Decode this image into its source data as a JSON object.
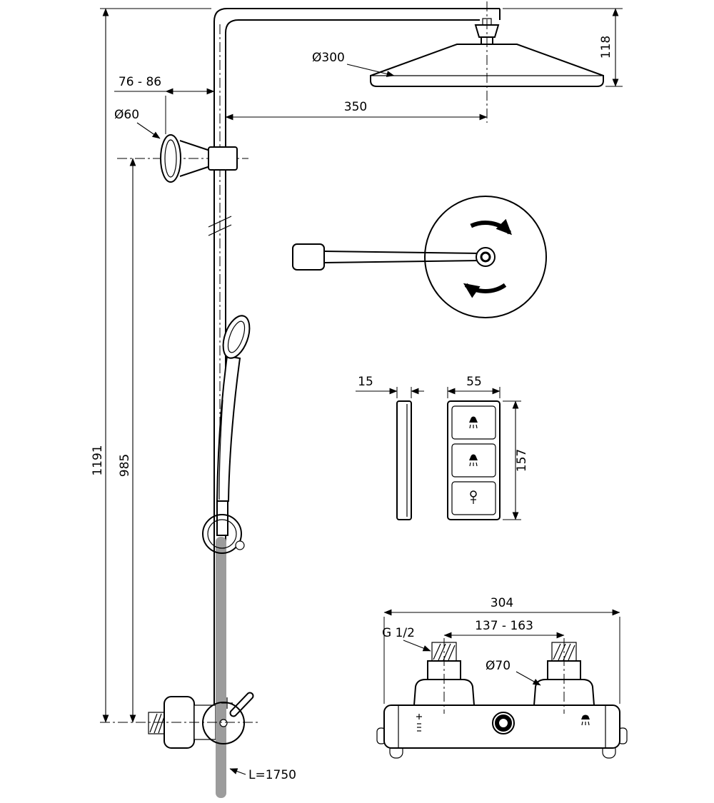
{
  "drawing": {
    "column": {
      "total_height": "1191",
      "bracket_height": "985",
      "wall_offset": "76 - 86",
      "bracket_diameter": "Ø60",
      "arm_reach": "350",
      "head_diameter": "Ø300",
      "head_height": "118",
      "hose_length": "L=1750"
    },
    "panel": {
      "depth": "15",
      "width": "55",
      "height": "157"
    },
    "mixer": {
      "width": "304",
      "inlet_spacing": "137 - 163",
      "inlet_thread": "G 1/2",
      "escutcheon_diameter": "Ø70"
    },
    "colors": {
      "line": "#000000",
      "hose": "#9c9c9c",
      "background": "#ffffff"
    },
    "icons": {
      "rotation_arrows": "swivel-direction-arrows",
      "panel_button_top": "rain-shower-icon",
      "panel_button_middle": "rain-shower-icon",
      "panel_button_bottom": "hand-shower-icon",
      "bar_left": "temperature-scale-icon",
      "bar_right": "shower-mode-icon"
    }
  }
}
